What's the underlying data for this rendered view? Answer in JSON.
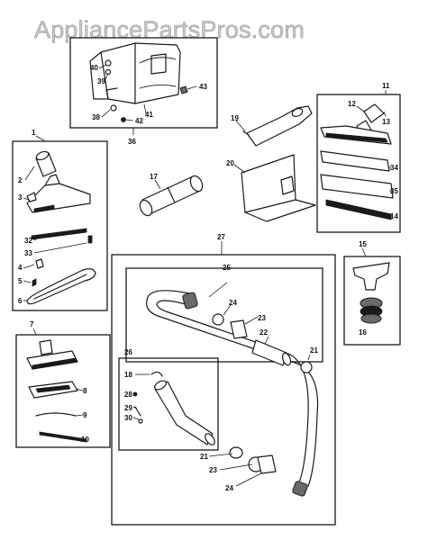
{
  "watermark": "AppliancePartsPros.com",
  "labels": {
    "p36": "36",
    "p38": "38",
    "p39": "39",
    "p40": "40",
    "p41": "41",
    "p42": "42",
    "p43": "43",
    "p1": "1",
    "p2": "2",
    "p3": "3",
    "p32": "32",
    "p33": "33",
    "p4": "4",
    "p5": "5",
    "p6": "6",
    "p7": "7",
    "p8": "8",
    "p9": "9",
    "p10": "10",
    "p17": "17",
    "p19": "19",
    "p20": "20",
    "p11": "11",
    "p12": "12",
    "p13": "13",
    "p34": "34",
    "p35": "35",
    "p14": "14",
    "p15": "15",
    "p16": "16",
    "p27": "27",
    "p25": "25",
    "p24a": "24",
    "p23a": "23",
    "p22": "22",
    "p21a": "21",
    "p26": "26",
    "p18": "18",
    "p28": "28",
    "p29": "29",
    "p30": "30",
    "p21b": "21",
    "p23b": "23",
    "p24b": "24"
  },
  "icons": {
    "storage_bracket": "tool-storage-bracket-icon",
    "floor_nozzle": "floor-nozzle-icon",
    "upholstery_tool": "upholstery-tool-icon",
    "crevice_tool": "crevice-tool-icon",
    "wand_tube": "wand-tube-icon",
    "hanger_bracket": "hanger-bracket-icon",
    "dusting_brush": "dusting-brush-icon",
    "hose_assembly": "hose-assembly-icon",
    "handle_wand": "curved-handle-wand-icon"
  }
}
